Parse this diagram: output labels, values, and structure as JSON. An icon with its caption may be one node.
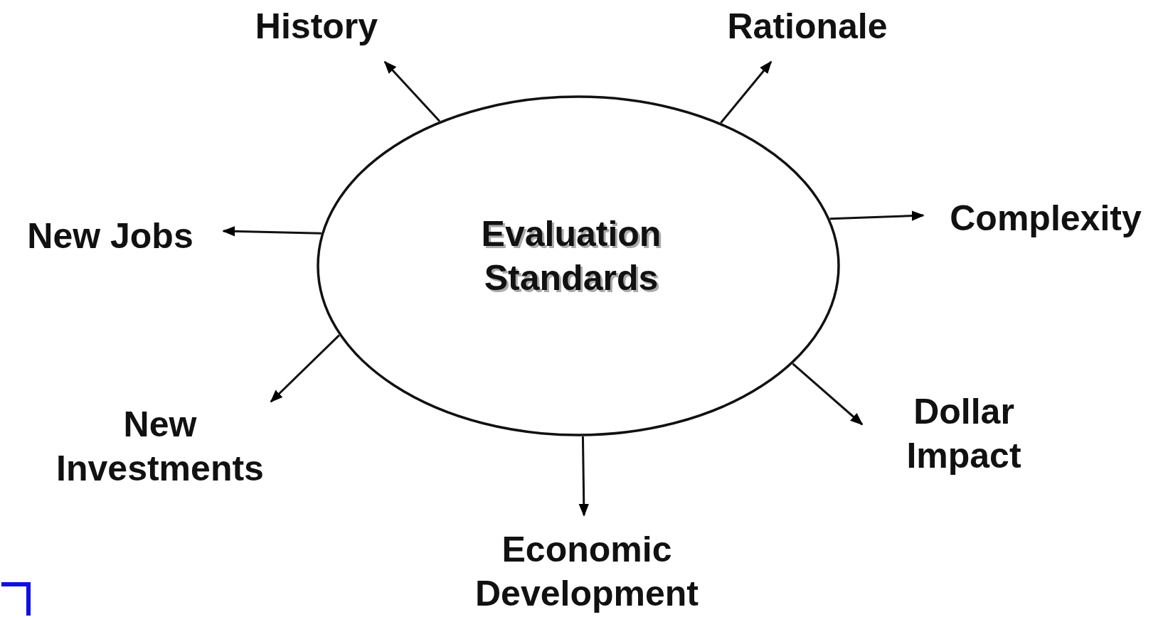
{
  "diagram": {
    "nodes": [
      {
        "text": [
          "Evaluation Standards"
        ]
      },
      {
        "text": [
          "History"
        ]
      },
      {
        "text": [
          "Rationale"
        ]
      },
      {
        "text": [
          "Complexity"
        ]
      },
      {
        "text": [
          "Dollar Impact"
        ]
      },
      {
        "text": [
          "Economic Development"
        ]
      },
      {
        "text": [
          "New Investments"
        ]
      },
      {
        "text": [
          "New Jobs"
        ]
      }
    ],
    "edges": [
      {
        "from": 0,
        "to": 1,
        "arrow": "to"
      },
      {
        "from": 0,
        "to": 2,
        "arrow": "to"
      },
      {
        "from": 0,
        "to": 3,
        "arrow": "to"
      },
      {
        "from": 0,
        "to": 4,
        "arrow": "to"
      },
      {
        "from": 0,
        "to": 5,
        "arrow": "to"
      },
      {
        "from": 0,
        "to": 6,
        "arrow": "to"
      },
      {
        "from": 0,
        "to": 7,
        "arrow": "to"
      }
    ]
  }
}
